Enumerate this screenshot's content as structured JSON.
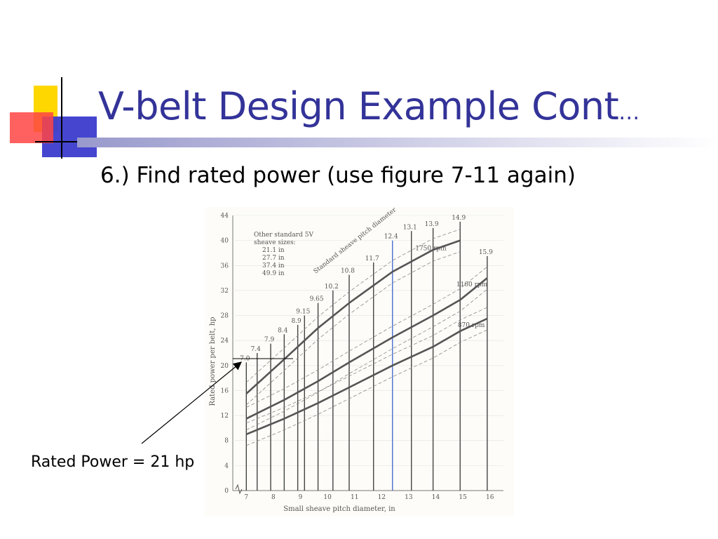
{
  "slide": {
    "title": "V-belt Design Example Cont",
    "title_ellipsis": "…",
    "bullet": "6.) Find rated power (use figure 7-11 again)",
    "annotation": "Rated Power = 21 hp"
  },
  "colors": {
    "title": "#333399",
    "logo_yellow": "#ffd700",
    "logo_red": "#ff3333",
    "logo_blue": "#3333cc"
  },
  "chart_data": {
    "type": "line",
    "xlabel": "Small sheave pitch diameter, in",
    "ylabel": "Rated power per belt, hp",
    "xlim": [
      6.5,
      16.5
    ],
    "ylim": [
      0,
      44
    ],
    "x_ticks": [
      7,
      8,
      9,
      10,
      11,
      12,
      13,
      14,
      15,
      16
    ],
    "y_ticks": [
      0,
      4,
      8,
      12,
      16,
      20,
      24,
      28,
      32,
      36,
      40,
      44
    ],
    "series": [
      {
        "name": "1750 rpm",
        "x": [
          7.0,
          8.4,
          9.65,
          10.8,
          12.4,
          13.9,
          14.9
        ],
        "y": [
          15.5,
          21.0,
          26.0,
          30.0,
          35.0,
          38.5,
          40.0
        ]
      },
      {
        "name": "1160 rpm",
        "x": [
          7.0,
          8.4,
          9.65,
          10.8,
          12.4,
          13.9,
          14.9,
          15.9
        ],
        "y": [
          11.5,
          14.5,
          17.5,
          20.5,
          24.5,
          28.0,
          30.5,
          34.0
        ]
      },
      {
        "name": "870 rpm",
        "x": [
          7.0,
          8.4,
          9.65,
          10.8,
          12.4,
          13.9,
          14.9,
          15.9
        ],
        "y": [
          9.0,
          11.5,
          14.0,
          16.5,
          20.0,
          23.0,
          25.5,
          27.5
        ]
      }
    ],
    "sheave_title": "Standard sheave pitch diameter",
    "sheave_sizes": [
      {
        "x": 7.0,
        "top": 20.5,
        "label": "7.0"
      },
      {
        "x": 7.4,
        "top": 22.0,
        "label": "7.4"
      },
      {
        "x": 7.9,
        "top": 23.5,
        "label": "7.9"
      },
      {
        "x": 8.4,
        "top": 25.0,
        "label": "8.4"
      },
      {
        "x": 8.9,
        "top": 26.5,
        "label": "8.9"
      },
      {
        "x": 9.15,
        "top": 28.0,
        "label": "9.15"
      },
      {
        "x": 9.65,
        "top": 30.0,
        "label": "9.65"
      },
      {
        "x": 10.2,
        "top": 32.0,
        "label": "10.2"
      },
      {
        "x": 10.8,
        "top": 34.5,
        "label": "10.8"
      },
      {
        "x": 11.7,
        "top": 36.5,
        "label": "11.7"
      },
      {
        "x": 12.4,
        "top": 40.0,
        "label": "12.4"
      },
      {
        "x": 13.1,
        "top": 41.5,
        "label": "13.1"
      },
      {
        "x": 13.9,
        "top": 42.0,
        "label": "13.9"
      },
      {
        "x": 14.9,
        "top": 43.0,
        "label": "14.9"
      },
      {
        "x": 15.9,
        "top": 37.5,
        "label": "15.9"
      }
    ],
    "other_sizes": [
      "Other standard 5V",
      "sheave sizes:",
      "21.1 in",
      "27.7 in",
      "37.4 in",
      "49.9 in"
    ],
    "annotation_point": {
      "x": 7.0,
      "y": 21
    }
  }
}
